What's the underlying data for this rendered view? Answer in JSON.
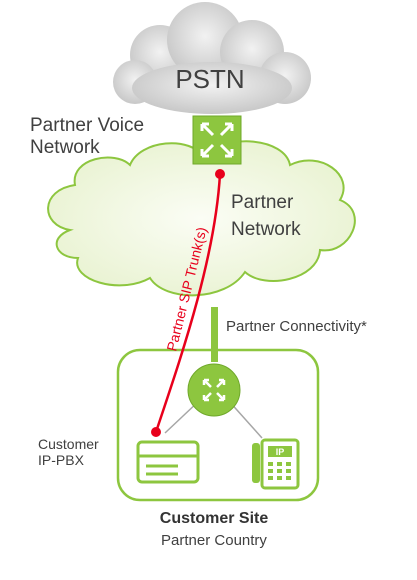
{
  "clouds": {
    "pstn_label": "PSTN",
    "partner_network_line1": "Partner",
    "partner_network_line2": "Network"
  },
  "labels": {
    "partner_voice_line1": "Partner Voice",
    "partner_voice_line2": "Network",
    "sip_trunk": "Partner SIP Trunk(s)",
    "connectivity": "Partner Connectivity*",
    "customer_line1": "Customer",
    "customer_line2": "IP-PBX",
    "site_title": "Customer Site",
    "site_subtitle": "Partner Country"
  },
  "icons": {
    "phone_screen_text": "IP"
  },
  "colors": {
    "green": "#8dc63f",
    "red": "#e8001c",
    "cloud_gray": "#cfcfcf",
    "cloud_green": "#ecf5d6",
    "text": "#404040"
  }
}
